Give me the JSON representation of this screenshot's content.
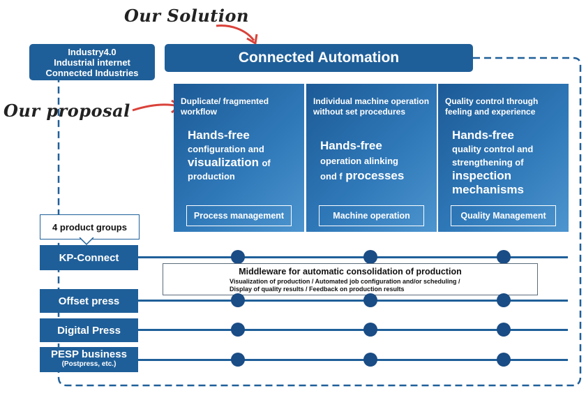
{
  "annotations": {
    "our_solution": "Our Solution",
    "our_proposal": "Our proposal"
  },
  "industry_box": {
    "line1": "Industry4.0",
    "line2": "Industrial internet",
    "line3": "Connected Industries"
  },
  "title": "Connected Automation",
  "panels": [
    {
      "subtitle": "Duplicate/ fragmented workflow",
      "main_parts": [
        "Hands-free",
        "configuration and",
        "visualization",
        "of",
        "production"
      ],
      "tag": "Process management"
    },
    {
      "subtitle": "Individual machine operation without set procedures",
      "main_parts": [
        "Hands-free",
        "operation alinking",
        "ond f",
        "processes"
      ],
      "tag": "Machine operation"
    },
    {
      "subtitle": "Quality control through feeling and experience",
      "main_parts": [
        "Hands-free",
        "quality control and",
        "strengthening of",
        "inspection",
        "mechanisms"
      ],
      "tag": "Quality Management"
    }
  ],
  "product_groups_label": "4 product groups",
  "groups": [
    {
      "label": "KP-Connect",
      "sub": ""
    },
    {
      "label": "Offset press",
      "sub": ""
    },
    {
      "label": "Digital Press",
      "sub": ""
    },
    {
      "label": "PESP business",
      "sub": "(Postpress, etc.)"
    }
  ],
  "middleware": {
    "title": "Middleware for automatic consolidation of production",
    "desc1": "Visualization of production / Automated job configuration and/or scheduling /",
    "desc2": "Display of quality results / Feedback on production results"
  },
  "colors": {
    "navy": "#1f5f99",
    "arrow_red": "#d9423a",
    "dot": "#1a4c85"
  }
}
